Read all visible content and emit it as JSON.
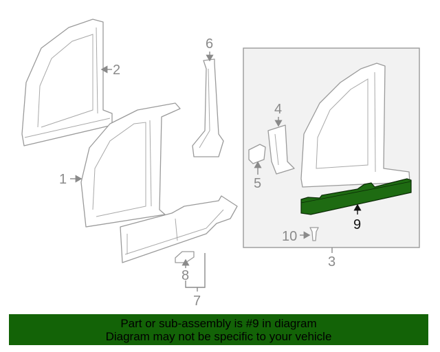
{
  "diagram": {
    "callouts": {
      "c1": "1",
      "c2": "2",
      "c3": "3",
      "c4": "4",
      "c5": "5",
      "c6": "6",
      "c7": "7",
      "c8": "8",
      "c9": "9",
      "c10": "10"
    },
    "highlight_color": "#1e6b12",
    "line_color": "#9a9a9a"
  },
  "banner": {
    "line1": "Part or sub-assembly is #9 in diagram",
    "line2": "Diagram may not be specific to your vehicle",
    "background": "#136307"
  }
}
